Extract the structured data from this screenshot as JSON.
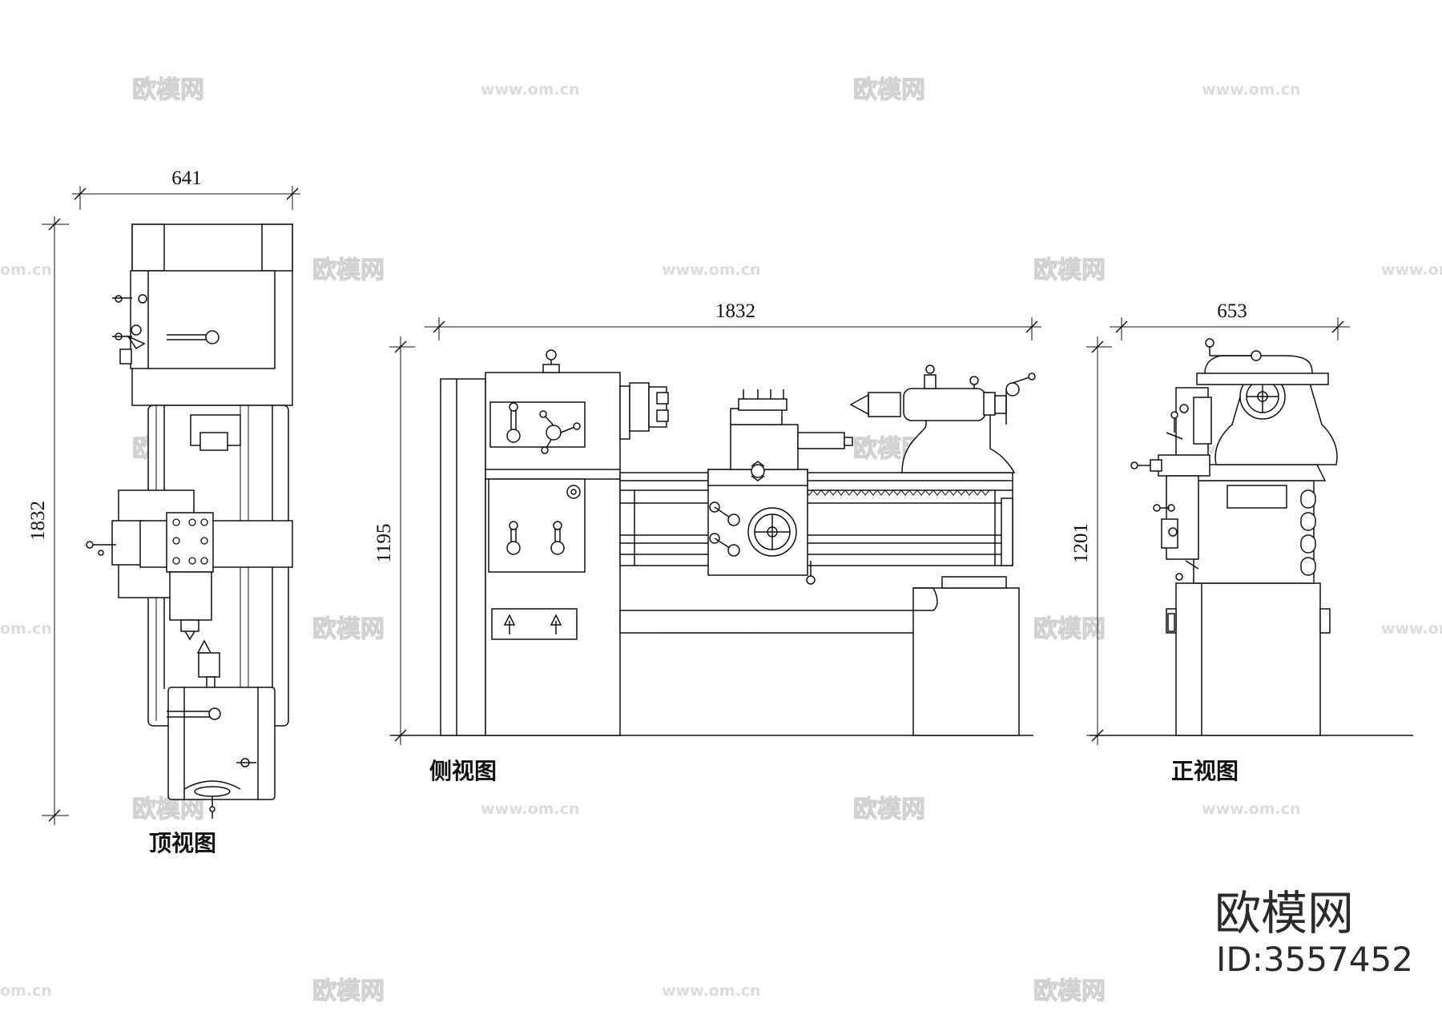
{
  "watermarks": {
    "cn_text": "欧模网",
    "url_text": "www.om.cn",
    "edge_text": "om.cn"
  },
  "views": {
    "top": {
      "caption": "顶视图",
      "dim_width": "641",
      "dim_length": "1832"
    },
    "side": {
      "caption": "侧视图",
      "dim_length": "1832",
      "dim_height": "1195"
    },
    "front": {
      "caption": "正视图",
      "dim_width": "653",
      "dim_height": "1201"
    }
  },
  "brand": {
    "name": "欧模网",
    "id_label": "ID:3557452"
  }
}
